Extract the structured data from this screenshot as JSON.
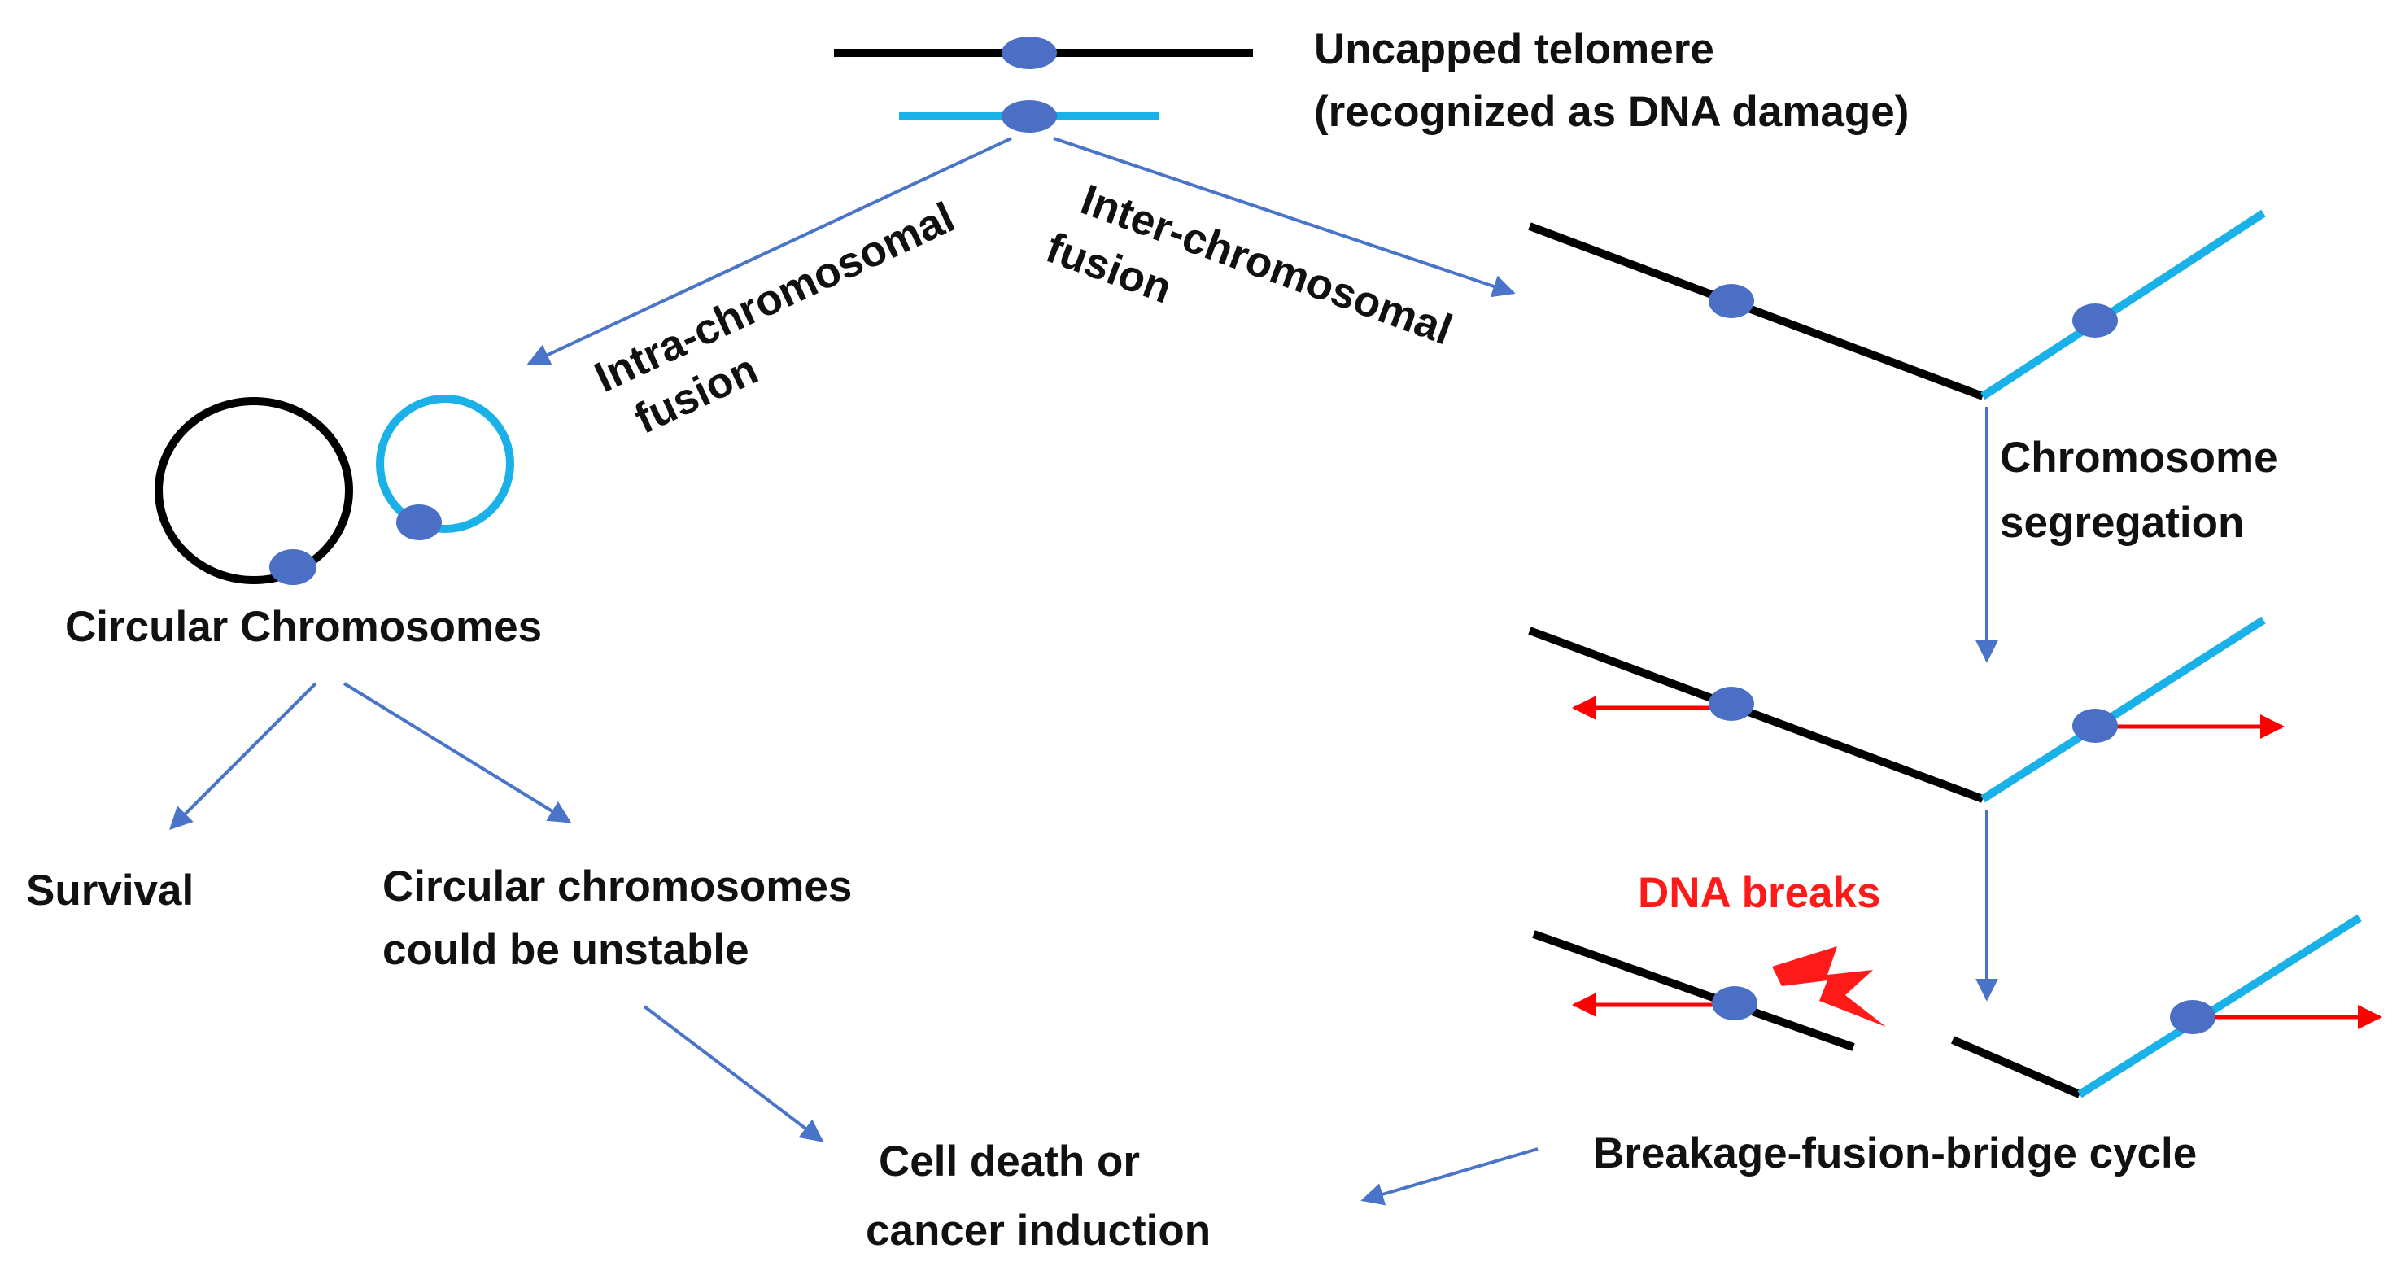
{
  "colors": {
    "black_chromosome": "#000000",
    "cyan_chromosome": "#1ab0e8",
    "centromere": "#4a6fc4",
    "flow_arrow": "#4a74c8",
    "force_arrow": "#ff0000",
    "break_bolt": "#ff1a1a",
    "label_text": "#111111",
    "alert_text": "#ff1a1a"
  },
  "labels": {
    "uncapped_line1": "Uncapped telomere",
    "uncapped_line2": "(recognized as DNA damage)",
    "intra_line1": "Intra-chromosomal",
    "intra_line2": "fusion",
    "inter_line1": "Inter-chromosomal",
    "inter_line2": "fusion",
    "circular_chromosomes": "Circular Chromosomes",
    "survival": "Survival",
    "unstable_line1": "Circular chromosomes",
    "unstable_line2": "could be unstable",
    "segregation_line1": "Chromosome",
    "segregation_line2": "segregation",
    "dna_breaks": "DNA breaks",
    "bfb_cycle": "Breakage-fusion-bridge cycle",
    "outcome_line1": "Cell death or",
    "outcome_line2": "cancer induction"
  }
}
